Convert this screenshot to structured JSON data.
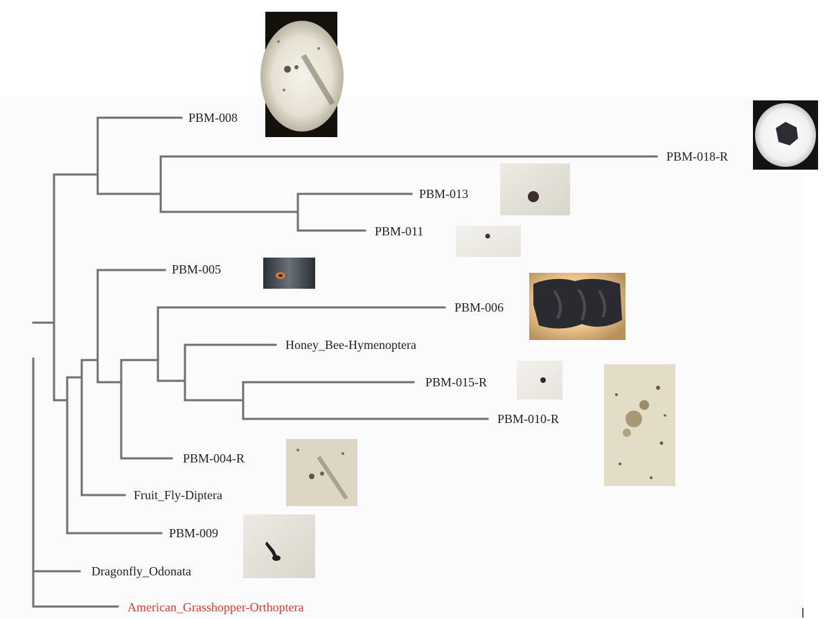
{
  "tree": {
    "leaves": [
      {
        "id": "pbm008",
        "label": "PBM-008",
        "photo": "circular-microscope-view"
      },
      {
        "id": "pbm018r",
        "label": "PBM-018-R",
        "photo": "circular-microscope-dark-specimen"
      },
      {
        "id": "pbm013",
        "label": "PBM-013",
        "photo": "dark-dot-specimen"
      },
      {
        "id": "pbm011",
        "label": "PBM-011",
        "photo": "small-dot-specimen"
      },
      {
        "id": "pbm005",
        "label": "PBM-005",
        "photo": "vial-specimen"
      },
      {
        "id": "pbm006",
        "label": "PBM-006",
        "photo": "dark-tissue-mass"
      },
      {
        "id": "honeybee",
        "label": "Honey_Bee-Hymenoptera"
      },
      {
        "id": "pbm015r",
        "label": "PBM-015-R",
        "photo": "small-dot-specimen"
      },
      {
        "id": "pbm010r",
        "label": "PBM-010-R",
        "photo": "microscope-debris-field"
      },
      {
        "id": "pbm004r",
        "label": "PBM-004-R",
        "photo": "microscope-debris-field"
      },
      {
        "id": "fruitfly",
        "label": "Fruit_Fly-Diptera"
      },
      {
        "id": "pbm009",
        "label": "PBM-009",
        "photo": "insect-fragment"
      },
      {
        "id": "dragonfly",
        "label": "Dragonfly_Odonata"
      },
      {
        "id": "grasshopper",
        "label": "American_Grasshopper-Orthoptera",
        "color": "#e0392f"
      }
    ]
  },
  "colors": {
    "branch": "#707070",
    "label": "#222222",
    "outgroup": "#e0392f",
    "panel": "#fbfbfb"
  }
}
